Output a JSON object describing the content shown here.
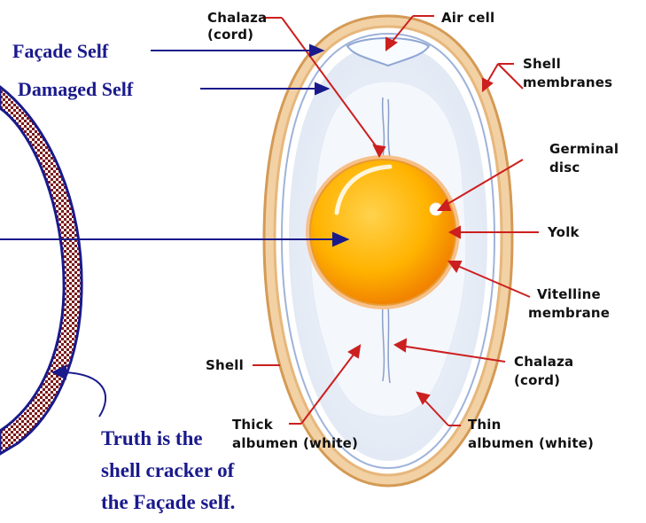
{
  "egg_labels": {
    "chalaza_top": [
      "Chalaza",
      "(cord)"
    ],
    "air_cell": [
      "Air cell"
    ],
    "shell_membranes": [
      "Shell",
      "membranes"
    ],
    "germinal_disc": [
      "Germinal",
      "disc"
    ],
    "yolk": [
      "Yolk"
    ],
    "vitelline_membrane": [
      "Vitelline",
      "membrane"
    ],
    "chalaza_bottom": [
      "Chalaza",
      "(cord)"
    ],
    "shell": [
      "Shell"
    ],
    "thick_albumen": [
      "Thick",
      "albumen (white)"
    ],
    "thin_albumen": [
      "Thin",
      "albumen (white)"
    ]
  },
  "annotations": {
    "facade_self": "Façade Self",
    "damaged_self": "Damaged Self",
    "truth": [
      "Truth is the",
      "shell cracker of",
      "the Façade self."
    ]
  },
  "colors": {
    "annotation_blue": "#1a1a8c",
    "leader_red": "#cc1f1f",
    "shell_tan": "#e7b77c",
    "yolk_orange": "#f4a000",
    "checker_red": "#7a1a1a"
  }
}
